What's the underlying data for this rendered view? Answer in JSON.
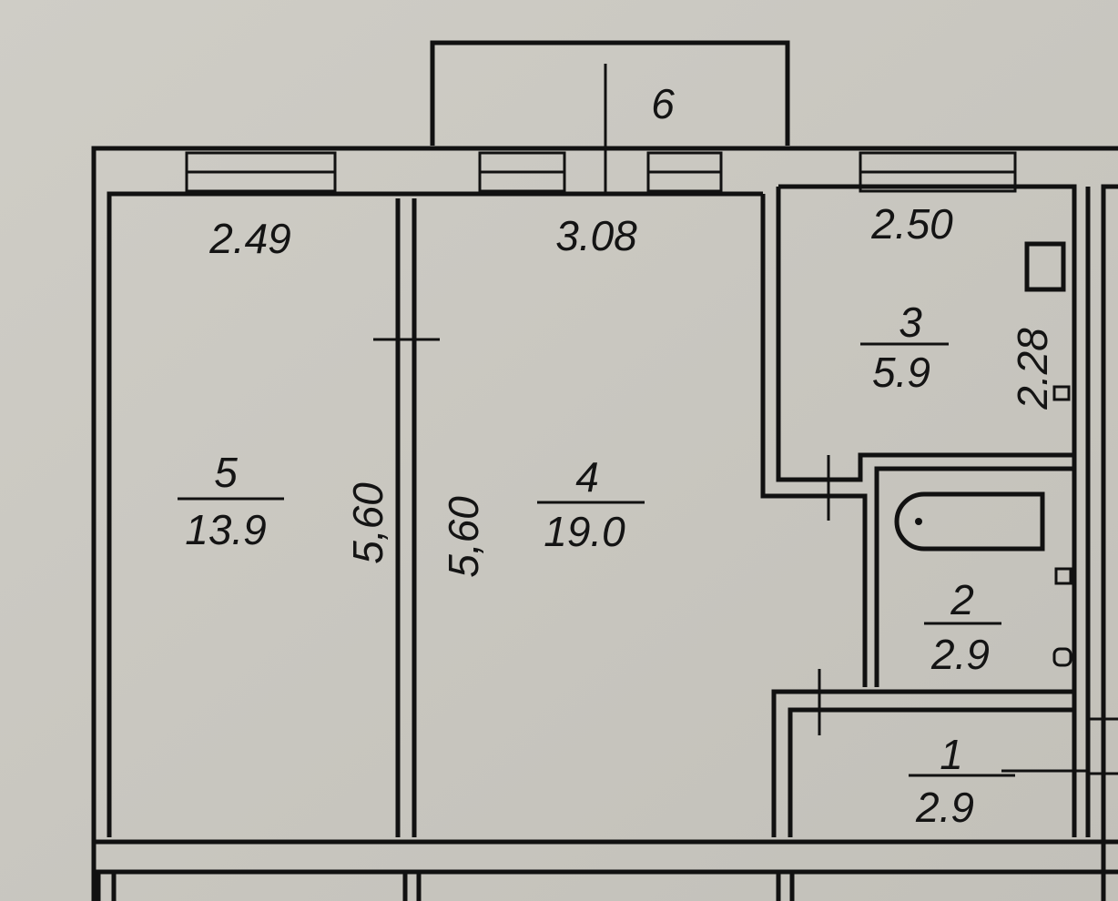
{
  "plan": {
    "balcony": {
      "number": "6"
    },
    "rooms": [
      {
        "number": "5",
        "area": "13.9",
        "width": "2.49",
        "length": "5,60"
      },
      {
        "number": "4",
        "area": "19.0",
        "width": "3.08",
        "length": "5,60"
      },
      {
        "number": "3",
        "area": "5.9",
        "width": "2.50",
        "length": "2.28"
      },
      {
        "number": "2",
        "area": "2.9"
      },
      {
        "number": "1",
        "area": "2.9"
      }
    ]
  },
  "colors": {
    "paper": "#c9c7c0",
    "ink": "#111111"
  }
}
